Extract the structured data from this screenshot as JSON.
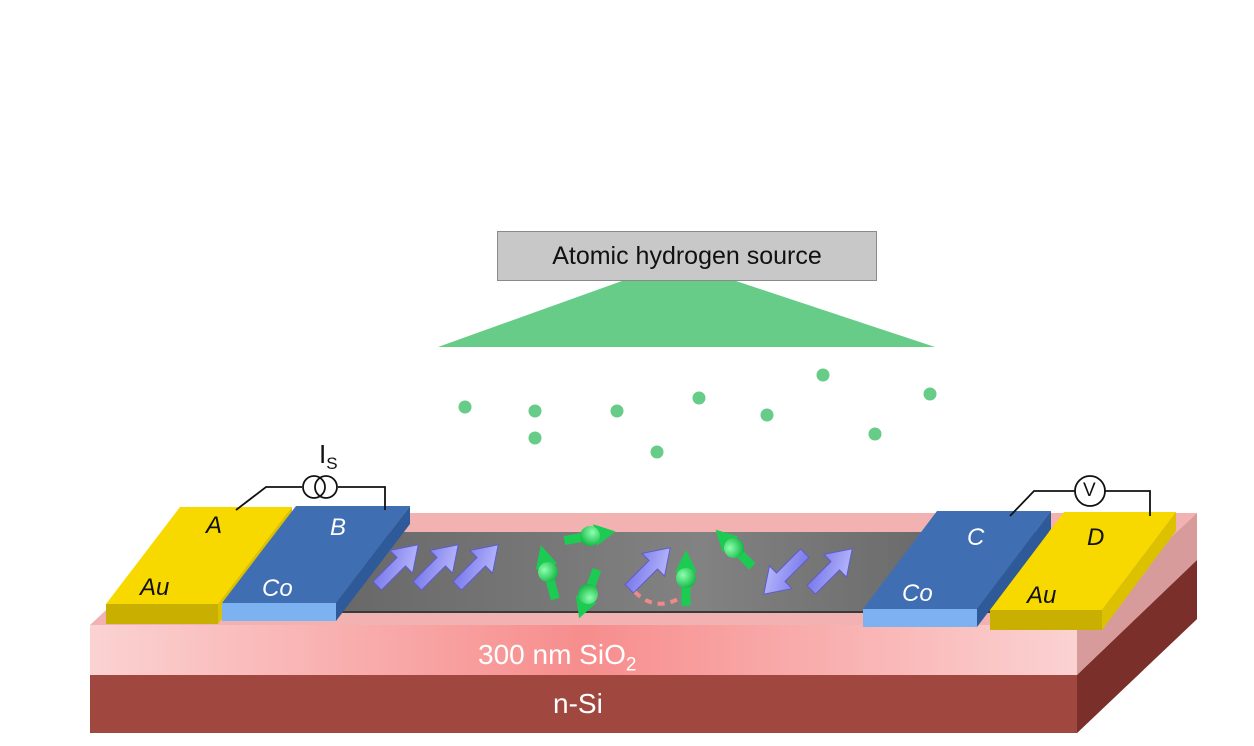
{
  "source": {
    "label": "Atomic hydrogen source"
  },
  "current_source": {
    "symbol": "I",
    "subscript": "S"
  },
  "voltmeter": {
    "symbol": "V"
  },
  "electrodes": {
    "a": {
      "letter": "A",
      "material": "Au"
    },
    "b": {
      "letter": "B",
      "material": "Co"
    },
    "c": {
      "letter": "C",
      "material": "Co"
    },
    "d": {
      "letter": "D",
      "material": "Au"
    }
  },
  "layers": {
    "oxide": {
      "prefix": "300 nm SiO",
      "subscript": "2"
    },
    "substrate": {
      "label": "n-Si"
    }
  },
  "colors": {
    "hydrogen": "#66cc88",
    "gold": "#f7d900",
    "cobalt": "#3f6fb2",
    "spin_arrow": "#8f8ff5",
    "oxide": "#f9b4b4",
    "substrate": "#a04840",
    "channel": "#6d6d6d"
  }
}
